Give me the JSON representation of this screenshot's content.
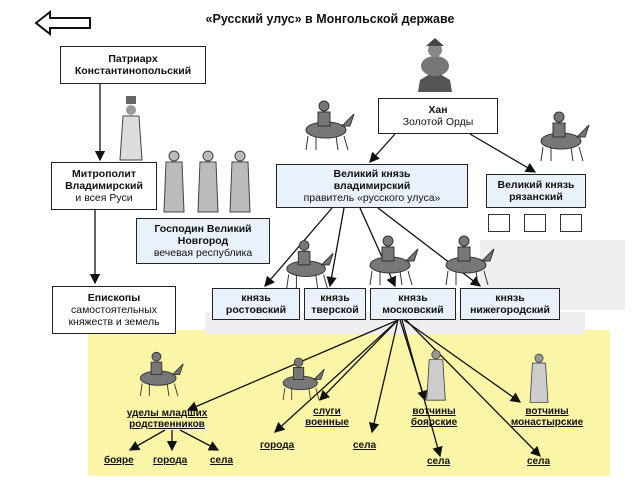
{
  "title": "«Русский улус» в Монгольской державе",
  "nodes": {
    "patriarch": [
      "Патриарх",
      "Константинопольский"
    ],
    "khan": [
      "Хан",
      "Золотой Орды"
    ],
    "metropolitan": [
      "Митрополит",
      "Владимирский",
      "и всея Руси"
    ],
    "grand_prince_vladimir": [
      "Великий князь",
      "владимирский",
      "правитель «русского улуса»"
    ],
    "grand_prince_ryazan": [
      "Великий князь",
      "рязанский"
    ],
    "novgorod": [
      "Господин Великий",
      "Новгород",
      "вечевая республика"
    ],
    "bishops": [
      "Епископы",
      "самостоятельных",
      "княжеств и земель"
    ],
    "prince_rostov": [
      "князь",
      "ростовский"
    ],
    "prince_tver": [
      "князь",
      "тверской"
    ],
    "prince_moscow": [
      "князь",
      "московский"
    ],
    "prince_nizhny": [
      "князь",
      "нижегородский"
    ]
  },
  "lower": {
    "udely": [
      "уделы младших",
      "родственников"
    ],
    "slugi": [
      "слуги",
      "военные"
    ],
    "votchiny_boyar": [
      "вотчины",
      "боярские"
    ],
    "votchiny_monast": [
      "вотчины",
      "монастырские"
    ],
    "boyare": "бояре",
    "goroda_1": "города",
    "sela_1": "села",
    "goroda_2": "города",
    "sela_2": "села",
    "sela_3": "села",
    "sela_4": "села"
  },
  "icons": [
    "back-arrow-icon",
    "khan-figure-icon",
    "horseman-icon",
    "patriarch-figure-icon",
    "people-figures-icon"
  ],
  "colors": {
    "highlight_box": "#e9f1fa",
    "lower_area": "#fbf6a7"
  }
}
